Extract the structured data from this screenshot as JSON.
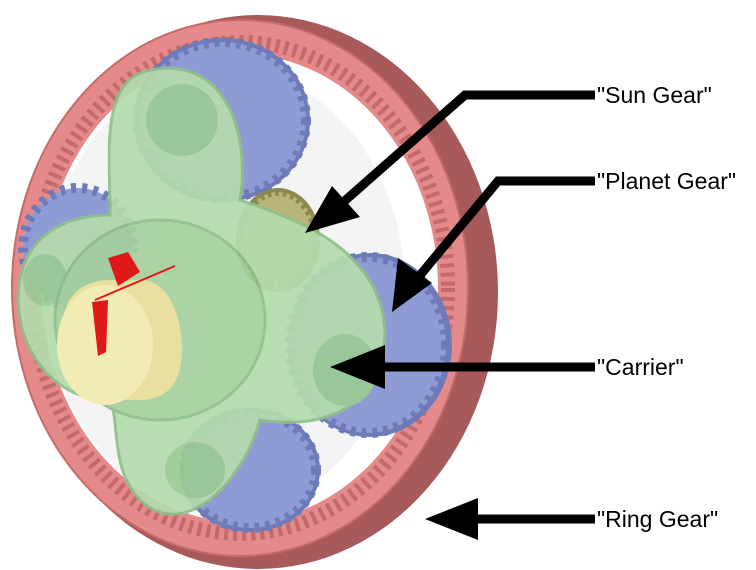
{
  "labels": {
    "sun_gear": "\"Sun Gear\"",
    "planet_gear": "\"Planet Gear\"",
    "carrier": "\"Carrier\"",
    "ring_gear": "\"Ring Gear\""
  },
  "colors": {
    "ring_gear": "#e58a8a",
    "ring_gear_dark": "#c46a6a",
    "planet_gear": "#8f9bd4",
    "planet_gear_dark": "#6e7bb8",
    "sun_gear": "#b8b47a",
    "carrier": "#b4dcae",
    "carrier_dark": "#8fbf8a",
    "shaft": "#f2ecb4",
    "key_marker": "#e01818",
    "arrow": "#000000"
  },
  "icons": {
    "arrow": "arrow-icon"
  }
}
